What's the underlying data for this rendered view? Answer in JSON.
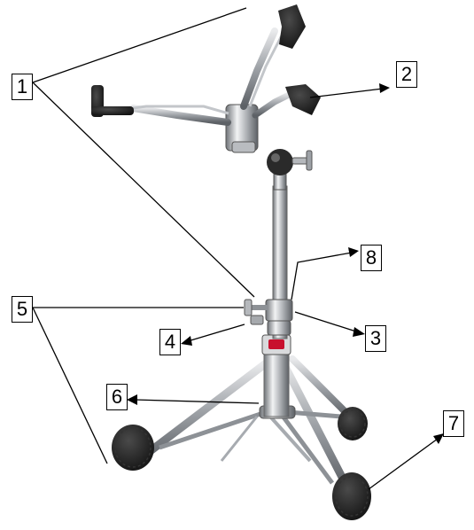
{
  "callouts": [
    {
      "id": "1",
      "label": "1"
    },
    {
      "id": "2",
      "label": "2"
    },
    {
      "id": "3",
      "label": "3"
    },
    {
      "id": "4",
      "label": "4"
    },
    {
      "id": "5",
      "label": "5"
    },
    {
      "id": "6",
      "label": "6"
    },
    {
      "id": "7",
      "label": "7"
    },
    {
      "id": "8",
      "label": "8"
    }
  ],
  "colors": {
    "chrome": "#c9cbce",
    "chrome_dark": "#6f7378",
    "rubber": "#1f1f1f",
    "lines": "#000000",
    "background": "#ffffff",
    "collar_accent": "#c8102e"
  }
}
